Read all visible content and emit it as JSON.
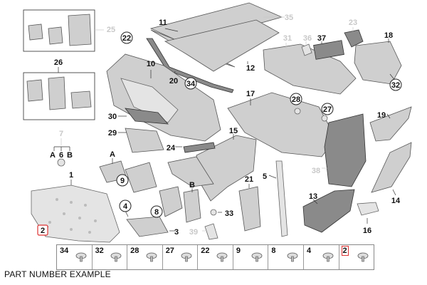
{
  "callouts": [
    {
      "id": "c25",
      "text": "25"
    },
    {
      "id": "c26",
      "text": "26"
    },
    {
      "id": "c7",
      "text": "7"
    },
    {
      "id": "cA1",
      "text": "A"
    },
    {
      "id": "c6",
      "text": "6"
    },
    {
      "id": "cB1",
      "text": "B"
    },
    {
      "id": "c1",
      "text": "1"
    },
    {
      "id": "c2",
      "text": "2"
    },
    {
      "id": "c11",
      "text": "11"
    },
    {
      "id": "c35",
      "text": "35"
    },
    {
      "id": "c22",
      "text": "22"
    },
    {
      "id": "c10",
      "text": "10"
    },
    {
      "id": "c20",
      "text": "20"
    },
    {
      "id": "c34",
      "text": "34"
    },
    {
      "id": "c12",
      "text": "12"
    },
    {
      "id": "c31",
      "text": "31"
    },
    {
      "id": "c36",
      "text": "36"
    },
    {
      "id": "c37",
      "text": "37"
    },
    {
      "id": "c23",
      "text": "23"
    },
    {
      "id": "c18",
      "text": "18"
    },
    {
      "id": "c32",
      "text": "32"
    },
    {
      "id": "c30",
      "text": "30"
    },
    {
      "id": "c29",
      "text": "29"
    },
    {
      "id": "c17",
      "text": "17"
    },
    {
      "id": "c28",
      "text": "28"
    },
    {
      "id": "c27",
      "text": "27"
    },
    {
      "id": "c19",
      "text": "19"
    },
    {
      "id": "c24",
      "text": "24"
    },
    {
      "id": "c15",
      "text": "15"
    },
    {
      "id": "cA2",
      "text": "A"
    },
    {
      "id": "c9",
      "text": "9"
    },
    {
      "id": "cB2",
      "text": "B"
    },
    {
      "id": "c5",
      "text": "5"
    },
    {
      "id": "c21",
      "text": "21"
    },
    {
      "id": "c38",
      "text": "38"
    },
    {
      "id": "c13",
      "text": "13"
    },
    {
      "id": "c14",
      "text": "14"
    },
    {
      "id": "c4",
      "text": "4"
    },
    {
      "id": "c8",
      "text": "8"
    },
    {
      "id": "c33",
      "text": "33"
    },
    {
      "id": "c3",
      "text": "3"
    },
    {
      "id": "c39",
      "text": "39"
    },
    {
      "id": "c16",
      "text": "16"
    }
  ],
  "fastener_strip": [
    "34",
    "32",
    "28",
    "27",
    "22",
    "9",
    "8",
    "4",
    "2"
  ],
  "highlighted_part": "2",
  "caption": "PART NUMBER EXAMPLE"
}
